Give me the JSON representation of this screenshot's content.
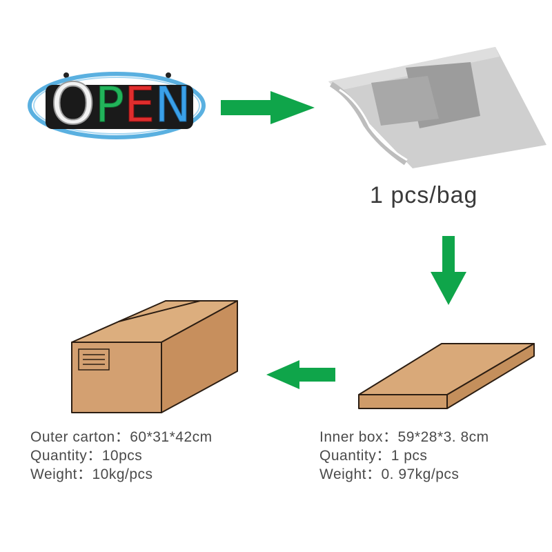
{
  "sign": {
    "letters": [
      "O",
      "P",
      "E",
      "N"
    ]
  },
  "bag": {
    "caption": "1 pcs/bag"
  },
  "outer_carton": {
    "size_line": "Outer carton：60*31*42cm",
    "quantity_line": "Quantity：10pcs",
    "weight_line": "Weight：10kg/pcs"
  },
  "inner_box": {
    "size_line": "Inner box：59*28*3. 8cm",
    "quantity_line": "Quantity：1 pcs",
    "weight_line": "Weight：0. 97kg/pcs"
  },
  "colors": {
    "arrow": "#0fa54a",
    "cardboard": "#d4a373",
    "cardboard_edge": "#2b1d12",
    "bag": "#cfcfcf",
    "sign_ring": "#5ab0e0",
    "letter_o": "#e8e8e8",
    "letter_p": "#22b35a",
    "letter_e": "#e02d2d",
    "letter_n": "#3aa0e8"
  }
}
